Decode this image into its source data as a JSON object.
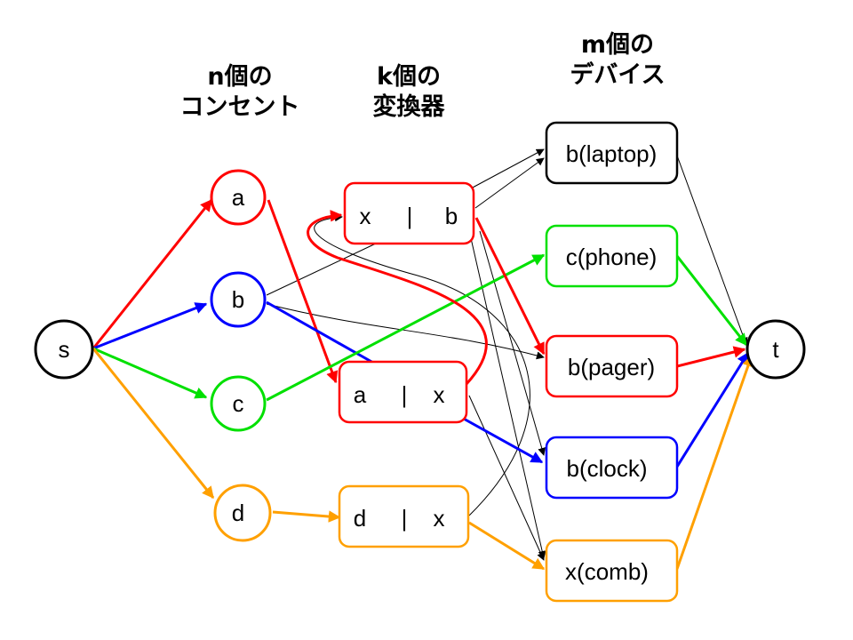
{
  "headers": {
    "outlets": {
      "line1": "n個の",
      "line2": "コンセント"
    },
    "converters": {
      "line1": "k個の",
      "line2": "変換器"
    },
    "devices": {
      "line1": "m個の",
      "line2": "デバイス"
    }
  },
  "colors": {
    "black": "#000000",
    "red": "#ff0000",
    "blue": "#0000ff",
    "green": "#00e000",
    "orange": "#ffa000"
  },
  "nodes": {
    "source": "s",
    "sink": "t",
    "outlets": [
      "a",
      "b",
      "c",
      "d"
    ],
    "converters": [
      {
        "left": "x",
        "sep": "|",
        "right": "b"
      },
      {
        "left": "a",
        "sep": "|",
        "right": "x"
      },
      {
        "left": "d",
        "sep": "|",
        "right": "x"
      }
    ],
    "devices": [
      "b(laptop)",
      "c(phone)",
      "b(pager)",
      "b(clock)",
      "x(comb)"
    ]
  }
}
